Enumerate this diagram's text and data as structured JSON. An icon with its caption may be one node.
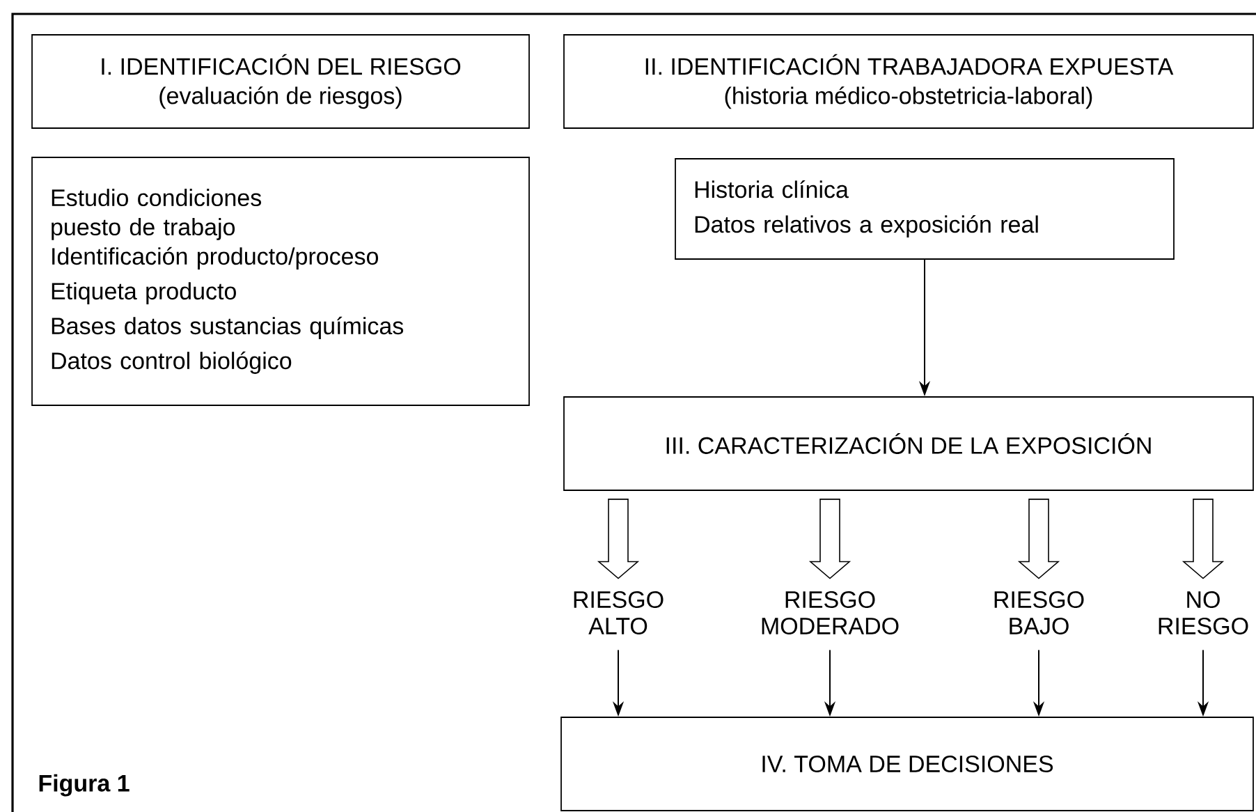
{
  "diagram": {
    "nodes": [
      {
        "text": [
          "I. IDENTIFICACIÓN DEL RIESGO",
          "(evaluación de riesgos)"
        ]
      },
      {
        "text": [
          "II. IDENTIFICACIÓN TRABAJADORA EXPUESTA",
          "(historia médico-obstetricia-laboral)"
        ]
      },
      {
        "text": [
          "Estudio condiciones puesto de trabajo",
          "Identificación producto/proceso",
          "Etiqueta producto",
          "Bases datos sustancias químicas",
          "Datos control biológico"
        ]
      },
      {
        "text": [
          "Historia clínica",
          "Datos relativos a exposición real"
        ]
      },
      {
        "text": [
          "III. CARACTERIZACIÓN DE LA EXPOSICIÓN"
        ]
      },
      {
        "text": [
          "RIESGO ALTO"
        ]
      },
      {
        "text": [
          "RIESGO MODERADO"
        ]
      },
      {
        "text": [
          "RIESGO BAJO"
        ]
      },
      {
        "text": [
          "NO RIESGO"
        ]
      },
      {
        "text": [
          "IV. TOMA DE DECISIONES"
        ]
      }
    ],
    "edges": [
      {
        "from": 3,
        "to": 4,
        "arrow": "to"
      },
      {
        "from": 4,
        "to": 5,
        "arrow": "to",
        "style": "thick"
      },
      {
        "from": 4,
        "to": 6,
        "arrow": "to",
        "style": "thick"
      },
      {
        "from": 4,
        "to": 7,
        "arrow": "to",
        "style": "thick"
      },
      {
        "from": 4,
        "to": 8,
        "arrow": "to",
        "style": "thick"
      },
      {
        "from": 5,
        "to": 9,
        "arrow": "to"
      },
      {
        "from": 6,
        "to": 9,
        "arrow": "to"
      },
      {
        "from": 7,
        "to": 9,
        "arrow": "to"
      },
      {
        "from": 8,
        "to": 9,
        "arrow": "to"
      }
    ],
    "labels": [
      "Figura 1"
    ]
  }
}
